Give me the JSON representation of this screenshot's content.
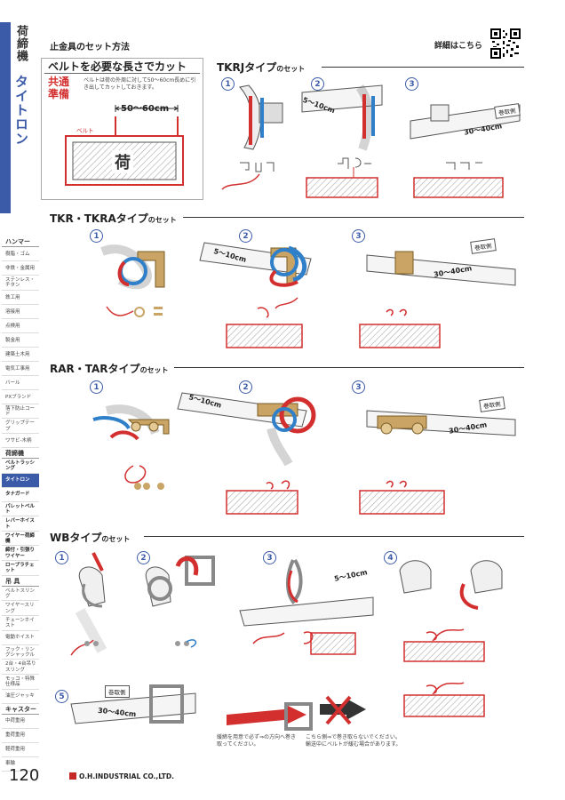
{
  "side": {
    "category": "荷締機",
    "subcategory": "タイトロン",
    "tabs": [
      {
        "label": "ハンマー",
        "type": "head"
      },
      {
        "label": "樹脂・ゴム",
        "type": "normal"
      },
      {
        "label": "非鉄・金属用",
        "type": "normal"
      },
      {
        "label": "ステンレス・チタン",
        "type": "normal"
      },
      {
        "label": "鉄工用",
        "type": "normal"
      },
      {
        "label": "溶接用",
        "type": "normal"
      },
      {
        "label": "点検用",
        "type": "normal"
      },
      {
        "label": "製金用",
        "type": "normal"
      },
      {
        "label": "建築土木用",
        "type": "normal"
      },
      {
        "label": "電気工事用",
        "type": "normal"
      },
      {
        "label": "バール",
        "type": "normal"
      },
      {
        "label": "PXブランド",
        "type": "normal"
      },
      {
        "label": "落下防止コード",
        "type": "normal"
      },
      {
        "label": "グリップテープ",
        "type": "normal"
      },
      {
        "label": "ワサビ-木柄",
        "type": "normal"
      },
      {
        "label": "荷締機",
        "type": "head"
      },
      {
        "label": "ベルトラッシング",
        "type": "bold"
      },
      {
        "label": "タイトロン",
        "type": "active"
      },
      {
        "label": "タナガード",
        "type": "bold"
      },
      {
        "label": "パレットベルト",
        "type": "bold"
      },
      {
        "label": "レバーホイスト",
        "type": "bold"
      },
      {
        "label": "ワイヤー荷締機",
        "type": "bold"
      },
      {
        "label": "締付・引張りワイヤー",
        "type": "bold"
      },
      {
        "label": "ロープラチェット",
        "type": "bold"
      },
      {
        "label": "吊 具",
        "type": "head"
      },
      {
        "label": "ベルトスリング",
        "type": "normal"
      },
      {
        "label": "ワイヤースリング",
        "type": "normal"
      },
      {
        "label": "チェーンホイスト",
        "type": "normal"
      },
      {
        "label": "電動ホイスト",
        "type": "normal"
      },
      {
        "label": "フック・リングシャックル",
        "type": "normal"
      },
      {
        "label": "2台・4台吊りスリング",
        "type": "normal"
      },
      {
        "label": "モッコ・特殊仕様品",
        "type": "normal"
      },
      {
        "label": "油圧ジャッキ",
        "type": "normal"
      },
      {
        "label": "キャスター",
        "type": "head"
      },
      {
        "label": "中荷重用",
        "type": "normal"
      },
      {
        "label": "重荷重用",
        "type": "normal"
      },
      {
        "label": "軽荷重用",
        "type": "normal"
      },
      {
        "label": "車輪",
        "type": "normal"
      }
    ]
  },
  "header": {
    "title": "止金具のセット方法",
    "detail_link": "詳細はこちら"
  },
  "common": {
    "title": "ベルトを必要な長さでカット",
    "badge_line1": "共通",
    "badge_line2": "準備",
    "note": "ベルトは荷の外周に対して50〜60cm長めに引き出してカットしておきます。",
    "measure": "50〜60cm",
    "belt": "ベルト",
    "cargo": "荷"
  },
  "sections": {
    "tkrj": {
      "name": "TKRJタイプ",
      "suffix": "のセット"
    },
    "tkr": {
      "name": "TKR・TKRAタイプ",
      "suffix": "のセット"
    },
    "rar": {
      "name": "RAR・TARタイプ",
      "suffix": "のセット"
    },
    "wb": {
      "name": "WBタイプ",
      "suffix": "のセット"
    }
  },
  "labels": {
    "five_ten": "5〜10cm",
    "thirty_forty": "30〜40cm",
    "winding_side": "巻取側",
    "steps": [
      "1",
      "2",
      "3",
      "4",
      "5"
    ]
  },
  "wb_notes": {
    "left": "緩締を用意で必ず⇒の方向へ巻き取ってください。",
    "right": "こちら側⇒で巻き取らないでください。輸送中にベルトが緩む場合があります。"
  },
  "footer": {
    "page": "120",
    "company": "O.H.INDUSTRIAL CO.,LTD."
  },
  "colors": {
    "accent_red": "#d32f2f",
    "accent_blue": "#2f7fc9",
    "brand_blue": "#3b5aa8",
    "brass": "#c9a465"
  }
}
